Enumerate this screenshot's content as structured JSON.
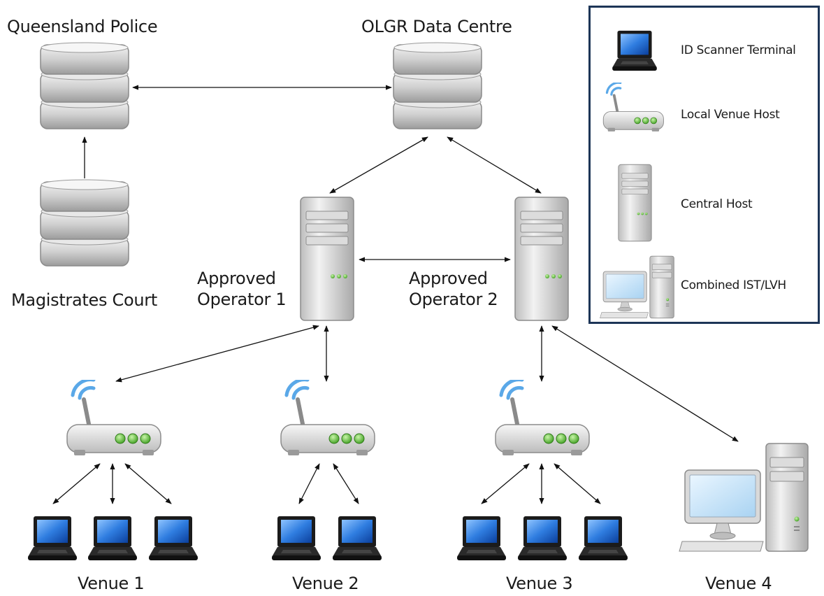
{
  "nodes": {
    "queensland_police": "Queensland Police",
    "olgr_data_centre": "OLGR Data Centre",
    "magistrates_court": "Magistrates Court",
    "operator1": [
      "Approved",
      "Operator 1"
    ],
    "operator2": [
      "Approved",
      "Operator 2"
    ],
    "venues": [
      "Venue 1",
      "Venue 2",
      "Venue 3",
      "Venue 4"
    ]
  },
  "legend": {
    "items": [
      {
        "label": "ID Scanner Terminal",
        "icon": "laptop-icon"
      },
      {
        "label": "Local Venue Host",
        "icon": "router-icon"
      },
      {
        "label": "Central Host",
        "icon": "tower-server-icon"
      },
      {
        "label": "Combined IST/LVH",
        "icon": "desktop-computer-icon"
      }
    ]
  },
  "colors": {
    "legend_border": "#1d3557",
    "screen": "#1f6fd1",
    "led": "#5ec43a",
    "device_grey": "#d4d4d4"
  }
}
